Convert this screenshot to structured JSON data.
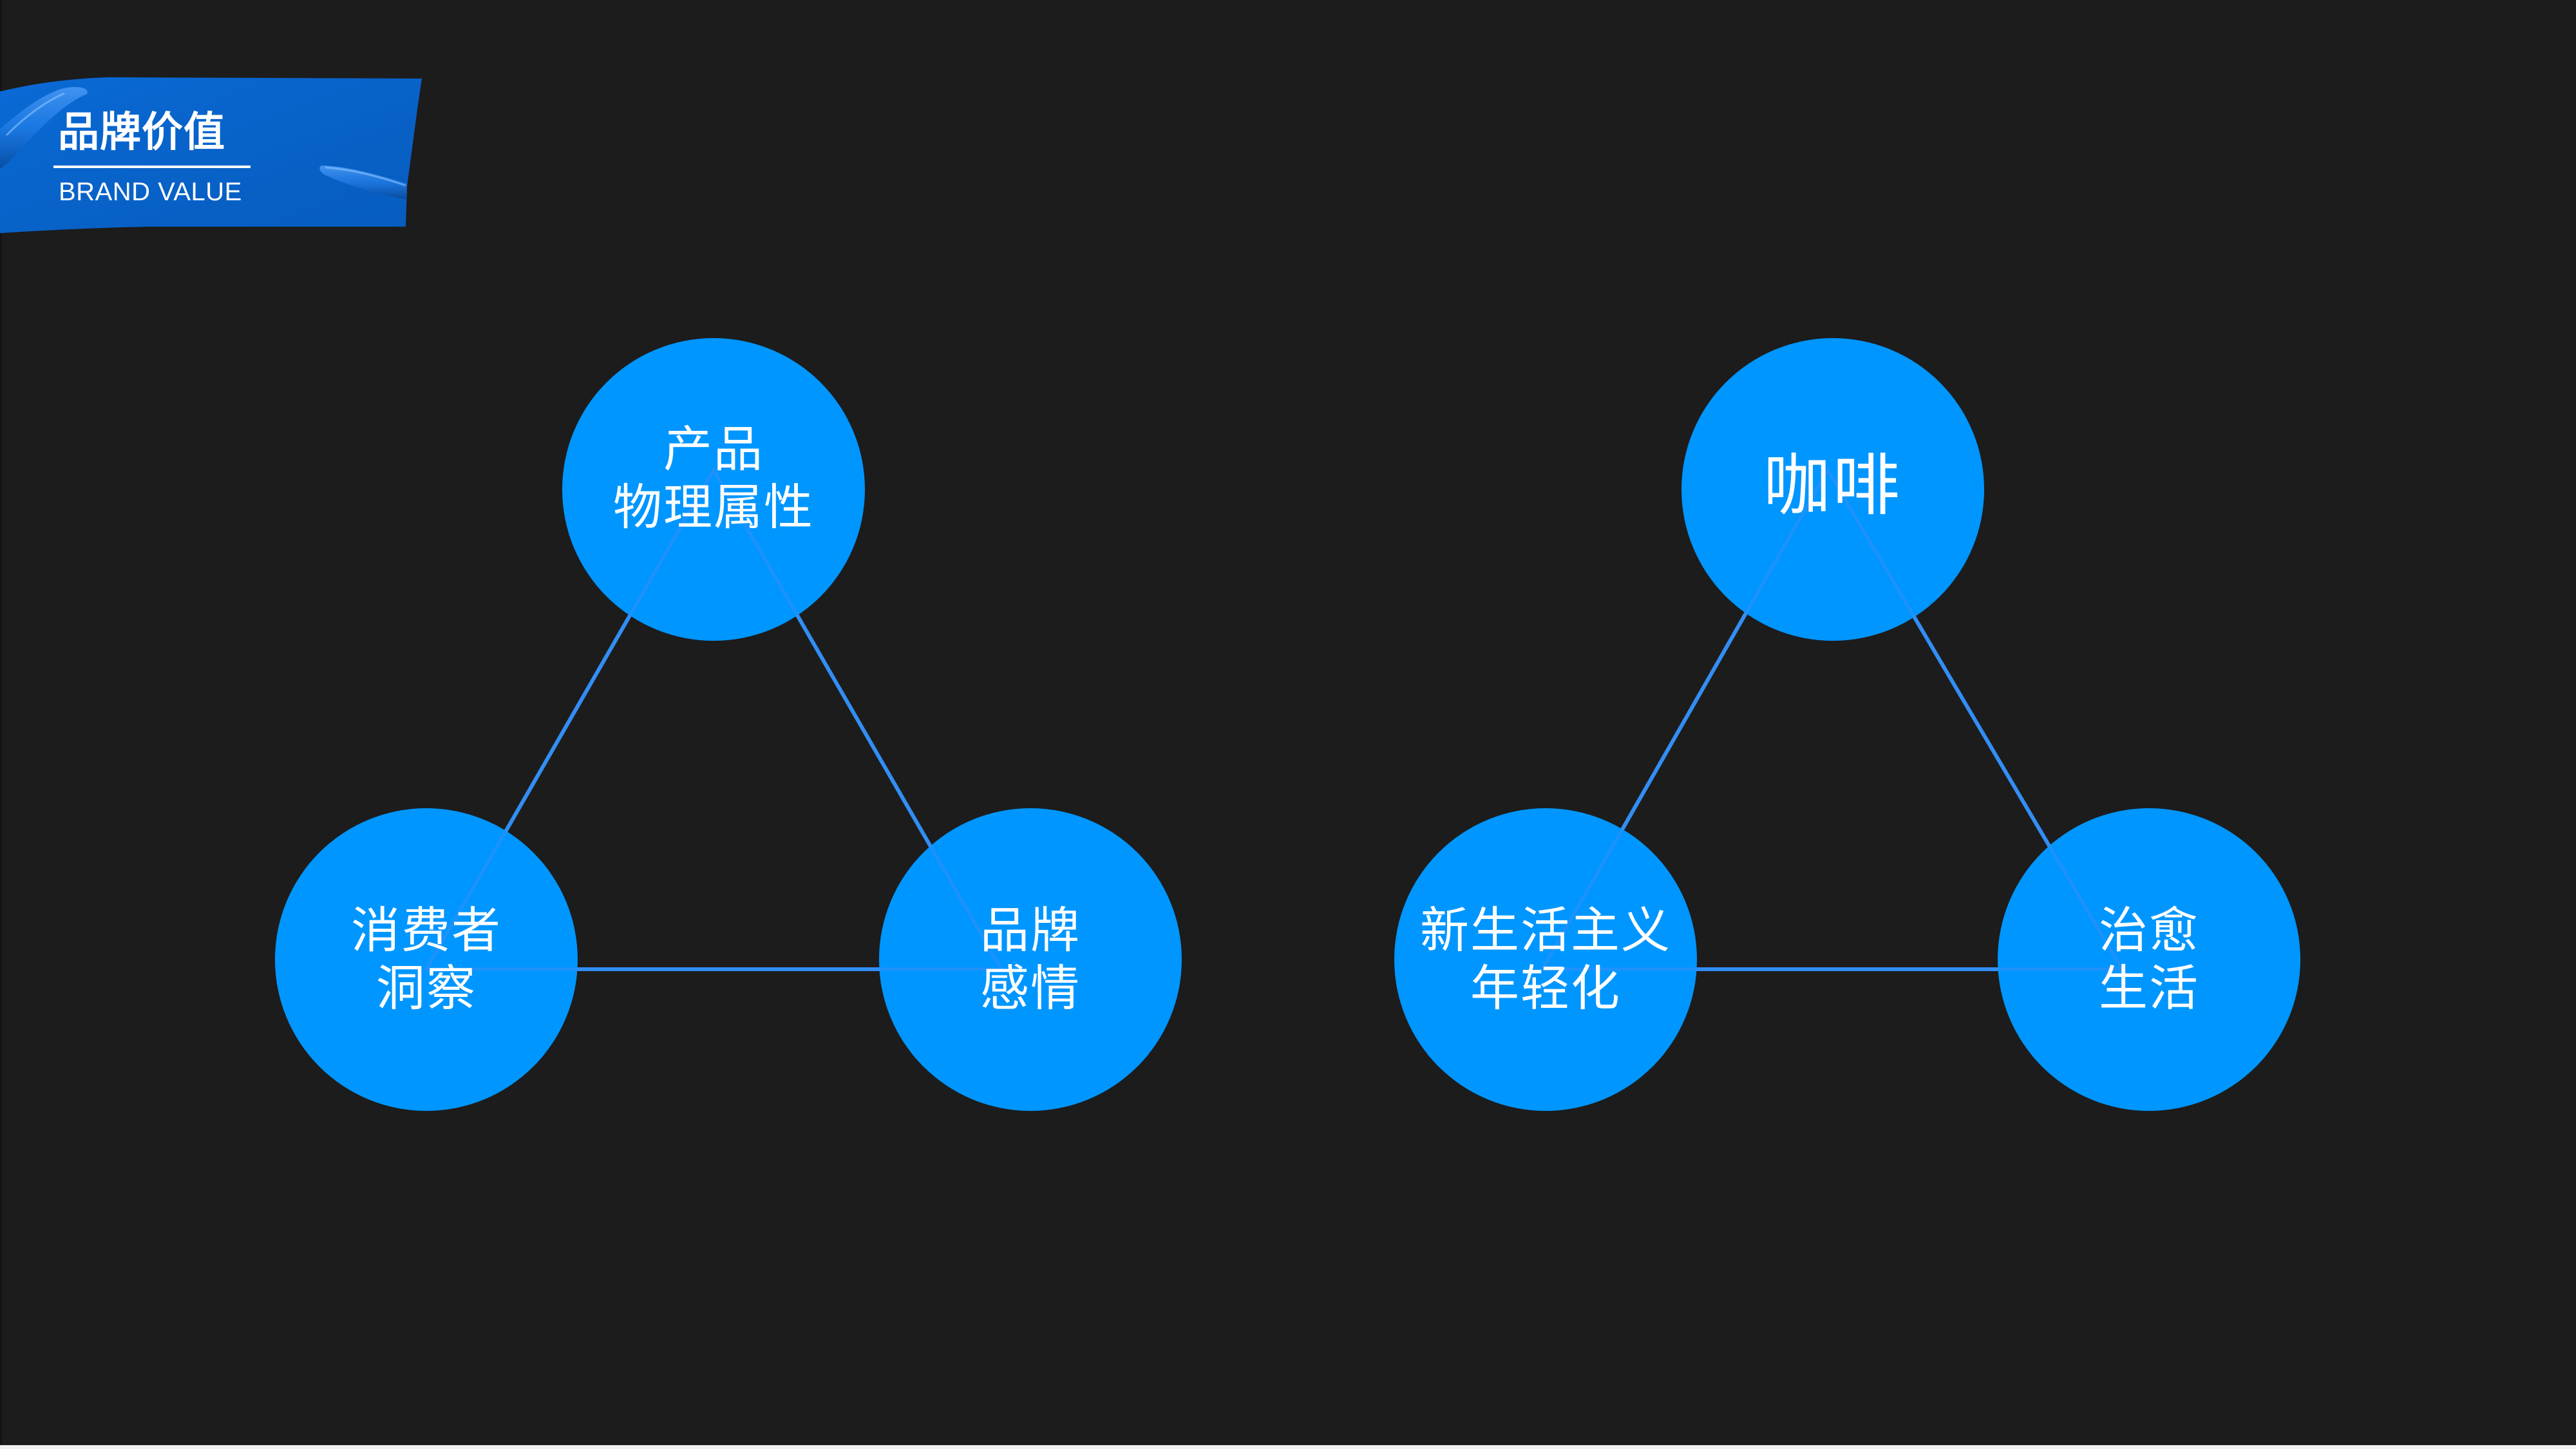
{
  "header": {
    "title": "品牌价值",
    "subtitle": "BRAND VALUE",
    "ribbon_color": "#0862c8"
  },
  "colors": {
    "background": "#1c1c1c",
    "node_fill": "#0096ff",
    "line": "#2b8ef2",
    "text": "#ffffff"
  },
  "diagrams": [
    {
      "name": "brand-value-triangle",
      "nodes": [
        {
          "id": "top",
          "lines": [
            "产品",
            "物理属性"
          ]
        },
        {
          "id": "bottom-left",
          "lines": [
            "消费者",
            "洞察"
          ]
        },
        {
          "id": "bottom-right",
          "lines": [
            "品牌",
            "感情"
          ]
        }
      ]
    },
    {
      "name": "coffee-triangle",
      "nodes": [
        {
          "id": "top",
          "lines": [
            "咖啡"
          ]
        },
        {
          "id": "bottom-left",
          "lines": [
            "新生活主义",
            "年轻化"
          ]
        },
        {
          "id": "bottom-right",
          "lines": [
            "治愈",
            "生活"
          ]
        }
      ]
    }
  ]
}
